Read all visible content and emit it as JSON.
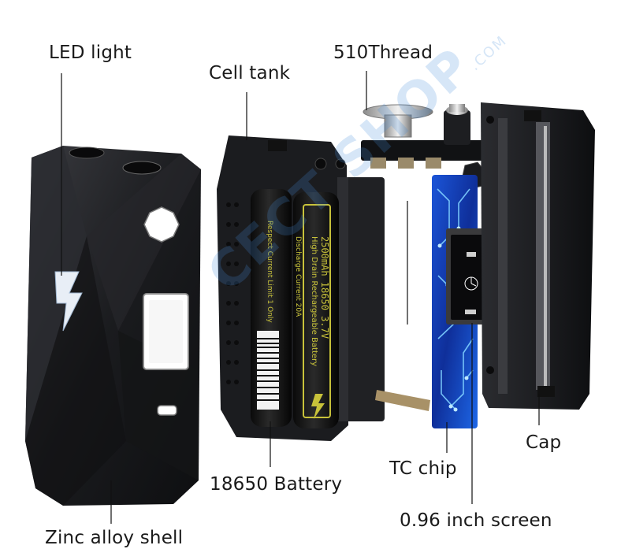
{
  "labels": {
    "led_light": "LED light",
    "cell_tank": "Cell tank",
    "thread": "510Thread",
    "battery": "18650 Battery",
    "cap": "Cap",
    "tc_chip": "TC chip",
    "screen": "0.96 inch screen",
    "shell": "Zinc alloy shell"
  },
  "battery_text": {
    "line1": "High Drain Rechargeable Battery",
    "line2": "2500mAh 18650 3.7V",
    "line3": "Discharge Current 20A",
    "line4": "Respect Current Limit 1 Only"
  },
  "watermark": {
    "main": "CECT SHOP",
    "suffix": ".COM"
  },
  "colors": {
    "body_black": "#1c1d20",
    "pcb_blue": "#1f5fd6",
    "accent_green": "#c8c23a",
    "metal": "#c9c9c9"
  }
}
